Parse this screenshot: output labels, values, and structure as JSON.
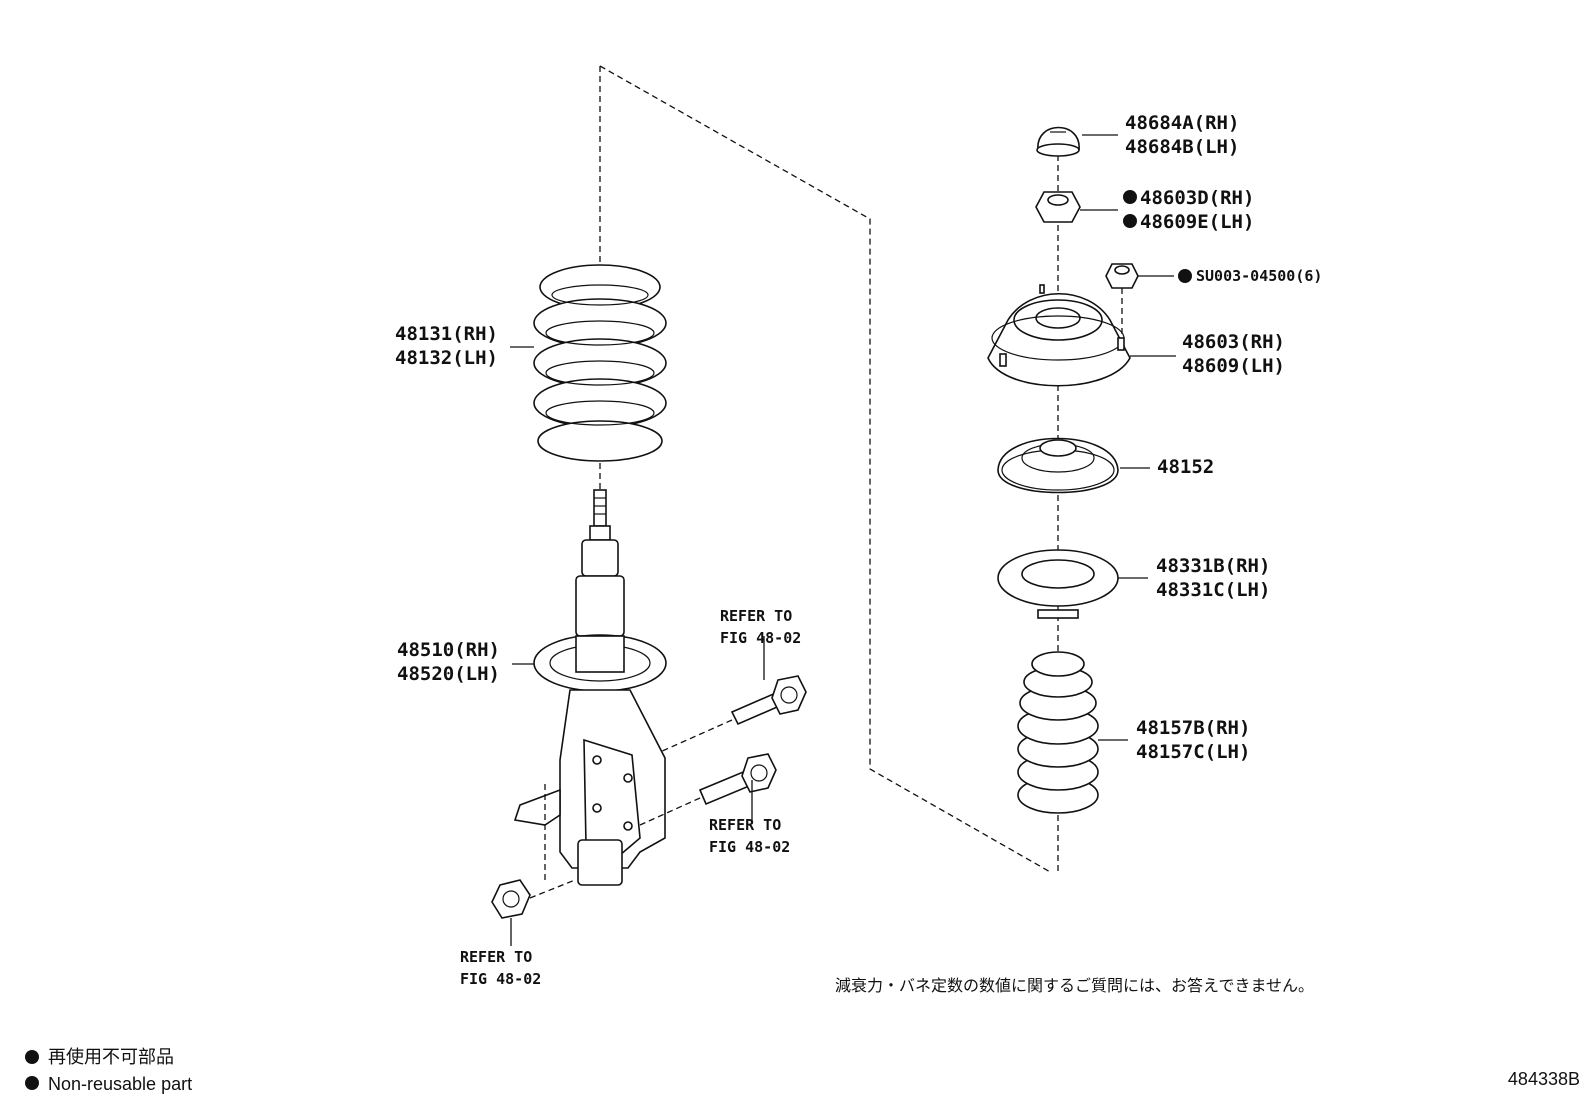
{
  "labels": {
    "spring_rh": "48131(RH)",
    "spring_lh": "48132(LH)",
    "strut_rh": "48510(RH)",
    "strut_lh": "48520(LH)",
    "refer_bolt_top_1": "REFER TO",
    "refer_bolt_top_2": "FIG 48-02",
    "refer_bolt_bottom_1": "REFER TO",
    "refer_bolt_bottom_2": "FIG 48-02",
    "refer_nut_1": "REFER TO",
    "refer_nut_2": "FIG 48-02",
    "cap_rh": "48684A(RH)",
    "cap_lh": "48684B(LH)",
    "nut_rh": "48603D(RH)",
    "nut_lh": "48609E(LH)",
    "mount_nut": "SU003-04500(6)",
    "support_rh": "48603(RH)",
    "support_lh": "48609(LH)",
    "seat_upper": "48152",
    "insulator_rh": "48331B(RH)",
    "insulator_lh": "48331C(LH)",
    "bumper_rh": "48157B(RH)",
    "bumper_lh": "48157C(LH)"
  },
  "note_jp": "減衰力・バネ定数の数値に関するご質問には、お答えできません。",
  "legend": {
    "jp": "再使用不可部品",
    "en": "Non-reusable part"
  },
  "figure_id": "484338B"
}
